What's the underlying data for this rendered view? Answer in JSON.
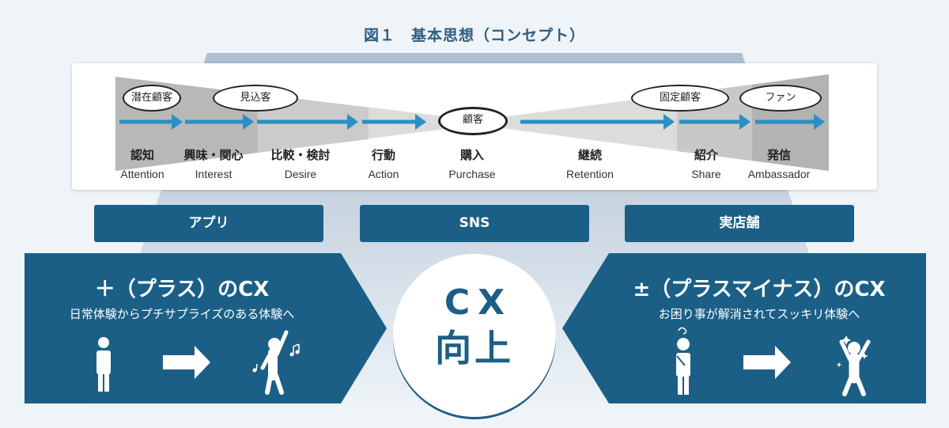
{
  "title": "図１　基本思想（コンセプト）",
  "journey": {
    "stages": [
      {
        "jp": "認知",
        "en": "Attention"
      },
      {
        "jp": "興味・関心",
        "en": "Interest"
      },
      {
        "jp": "比較・検討",
        "en": "Desire"
      },
      {
        "jp": "行動",
        "en": "Action"
      },
      {
        "jp": "購入",
        "en": "Purchase"
      },
      {
        "jp": "継続",
        "en": "Retention"
      },
      {
        "jp": "紹介",
        "en": "Share"
      },
      {
        "jp": "発信",
        "en": "Ambassador"
      }
    ],
    "customer_types": [
      "潜在顧客",
      "見込客",
      "顧客",
      "固定顧客",
      "ファン"
    ]
  },
  "channels": [
    "アプリ",
    "SNS",
    "実店舗"
  ],
  "left_panel": {
    "title": "＋（プラス）のCX",
    "subtitle": "日常体験からプチサプライズのある体験へ"
  },
  "right_panel": {
    "title": "±（プラスマイナス）のCX",
    "subtitle": "お困り事が解消されてスッキリ体験へ"
  },
  "center": {
    "line1": "CX",
    "line2": "向上"
  },
  "colors": {
    "primary": "#1b5f86",
    "arrow": "#2a8fc4",
    "title": "#2f5d80",
    "background": "#eef4f8"
  }
}
